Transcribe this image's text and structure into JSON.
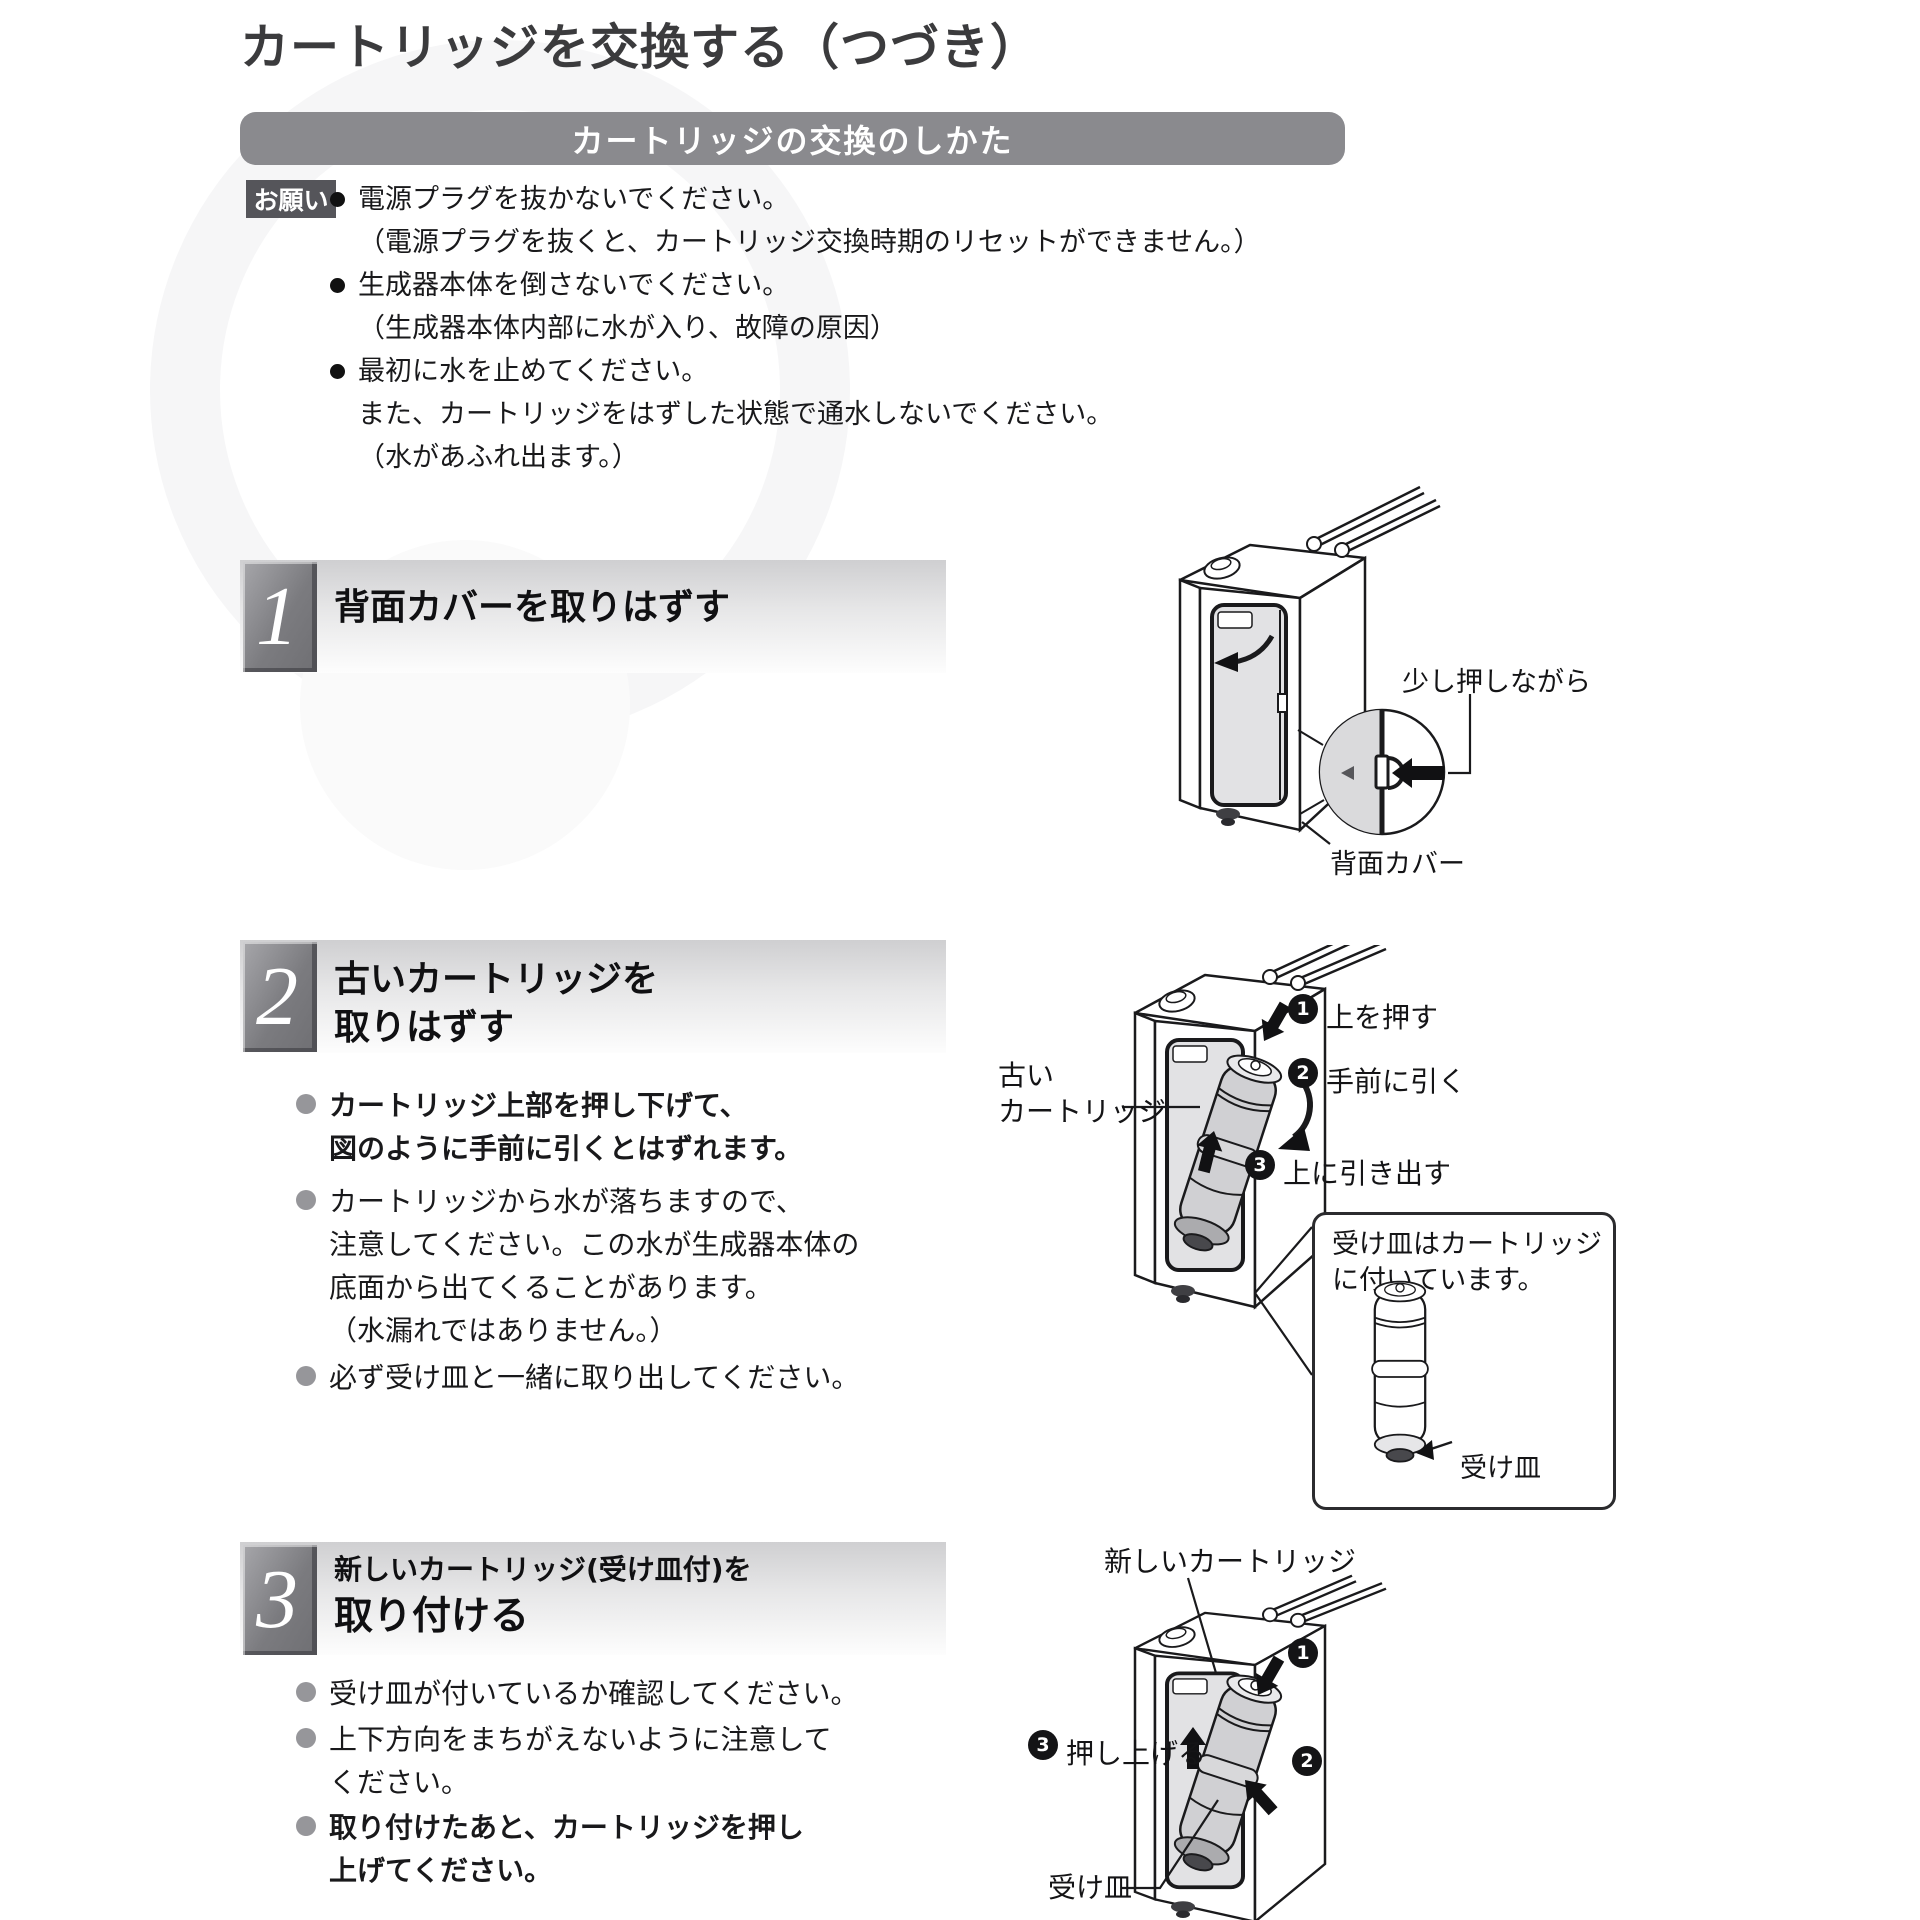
{
  "page": {
    "title": "カートリッジを交換する（つづき）"
  },
  "banner": {
    "text": "カートリッジの交換のしかた"
  },
  "colors": {
    "banner_gray": "#8a8a8e",
    "notice_label_bg": "#55555a",
    "step_number_box": "#7b7b7f",
    "cartridge_gray": "#d0d0d3",
    "body_text": "#19191b"
  },
  "notice": {
    "label": "お願い",
    "line1": "電源プラグを抜かないでください。",
    "line2": "（電源プラグを抜くと、カートリッジ交換時期のリセットができません。）",
    "line3": "生成器本体を倒さないでください。",
    "line4": "（生成器本体内部に水が入り、故障の原因）",
    "line5": "最初に水を止めてください。",
    "line6": "また、カートリッジをはずした状態で通水しないでください。",
    "line7": "（水があふれ出ます。）"
  },
  "step1": {
    "number": "1",
    "title": "背面カバーを取りはずす",
    "diagram": {
      "push_label": "少し押しながら",
      "cover_label": "背面カバー"
    }
  },
  "step2": {
    "number": "2",
    "title_line1": "古いカートリッジを",
    "title_line2": "取りはずす",
    "b1_line1": "カートリッジ上部を押し下げて、",
    "b1_line2": "図のように手前に引くとはずれます。",
    "b2_line1": "カートリッジから水が落ちますので、",
    "b2_line2": "注意してください。この水が生成器本体の",
    "b2_line3": "底面から出てくることがあります。",
    "b2_line4": "（水漏れではありません。）",
    "b3_line1": "必ず受け皿と一緒に取り出してください。",
    "diagram": {
      "old_label_line1": "古い",
      "old_label_line2": "カートリッジ",
      "m1": "1",
      "m1_label": "上を押す",
      "m2": "2",
      "m2_label": "手前に引く",
      "m3": "3",
      "m3_label": "上に引き出す",
      "callout_line1": "受け皿はカートリッジ",
      "callout_line2": "に付いています。",
      "tray_label": "受け皿"
    }
  },
  "step3": {
    "number": "3",
    "title_line1": "新しいカートリッジ(受け皿付)を",
    "title_line2": "取り付ける",
    "b1_line1": "受け皿が付いているか確認してください。",
    "b2_line1": "上下方向をまちがえないように注意して",
    "b2_line2": "ください。",
    "b3_line1": "取り付けたあと、カートリッジを押し",
    "b3_line2": "上げてください。",
    "diagram": {
      "new_label": "新しいカートリッジ",
      "m1": "1",
      "m2": "2",
      "m3": "3",
      "m3_label": "押し上げる",
      "tray_label": "受け皿"
    }
  }
}
